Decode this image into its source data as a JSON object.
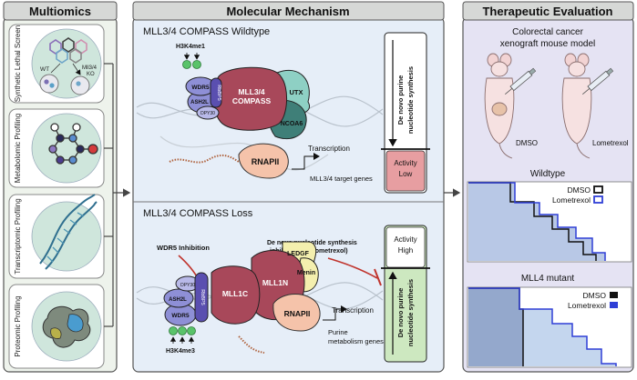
{
  "panels": {
    "multiomics": {
      "title": "Multiomics"
    },
    "mechanism": {
      "title": "Molecular Mechanism"
    },
    "therapeutic": {
      "title": "Therapeutic Evaluation"
    }
  },
  "multiomics": {
    "rows": [
      {
        "label": "Synthetic Lethal Screen"
      },
      {
        "label": "Metabolomic Profiling"
      },
      {
        "label": "Transcriptomic Profiling"
      },
      {
        "label": "Proteomic Profiling"
      }
    ],
    "screen": {
      "wt": "WT",
      "ko_line1": "Mll3/4",
      "ko_line2": "KO"
    }
  },
  "wildtype": {
    "title": "MLL3/4 COMPASS Wildtype",
    "mark": "H3K4me1",
    "subunits": {
      "wdr5": "WDR5",
      "ash2l": "ASH2L",
      "rbbp5": "RbBP5",
      "dpy30": "DPY30",
      "compass_line1": "MLL3/4",
      "compass_line2": "COMPASS",
      "utx": "UTX",
      "ncoa6": "NCOA6"
    },
    "rnap": "RNAPII",
    "transcription": "Transcription",
    "target_genes": "MLL3/4 target genes",
    "pathway": {
      "line1": "De novo purine",
      "line2": "nucleotide synthesis"
    },
    "activity": {
      "line1": "Activity",
      "line2": "Low"
    }
  },
  "loss": {
    "title": "MLL3/4 COMPASS Loss",
    "mark": "H3K4me3",
    "inhibition_wdr5": "WDR5 Inhibition",
    "inhibition_drug_line1": "De novo nucleotide synthesis",
    "inhibition_drug_line2": "inhibition (ex: lometrexol)",
    "subunits": {
      "dpy30": "DPY30",
      "ash2l": "ASH2L",
      "rbbp5": "RbBP5",
      "wdr5": "WDR5",
      "mll1c": "MLL1C",
      "mll1n": "MLL1N",
      "ledgf": "LEDGF",
      "menin": "Menin"
    },
    "rnap": "RNAPII",
    "transcription": "Transcription",
    "genes_line1": "Purine",
    "genes_line2": "metabolism genes",
    "pathway": {
      "line1": "De novo purine",
      "line2": "nucleotide synthesis"
    },
    "activity": {
      "line1": "Activity",
      "line2": "High"
    }
  },
  "therapeutic": {
    "model_line1": "Colorectal cancer",
    "model_line2": "xenograft mouse model",
    "mouse_left": "DMSO",
    "mouse_right": "Lometrexol",
    "plot_wt": {
      "title": "Wildtype",
      "legend": [
        {
          "label": "DMSO",
          "color": "#111111"
        },
        {
          "label": "Lometrexol",
          "color": "#2f3fd6"
        }
      ]
    },
    "plot_mut": {
      "title": "MLL4 mutant",
      "legend": [
        {
          "label": "DMSO",
          "color": "#111111"
        },
        {
          "label": "Lometrexol",
          "color": "#2f3fd6"
        }
      ]
    }
  },
  "colors": {
    "panel_bg_left": "#eef3ec",
    "panel_bg_mid": "#e6eef8",
    "panel_bg_right": "#e5e3f3",
    "compass": "#a8485a",
    "wdr5": "#8e8fd6",
    "rbbp5": "#5a4fb0",
    "utx": "#8ed0c4",
    "ncoa6": "#3f7f78",
    "rnap": "#f5c3aa",
    "ledgf": "#f4efae",
    "activity_low": "#e79ea1",
    "activity_high": "#cde8c0",
    "h3k4_dot": "#59c36a",
    "lometrexol": "#2f3fd6",
    "dmso": "#111111"
  }
}
